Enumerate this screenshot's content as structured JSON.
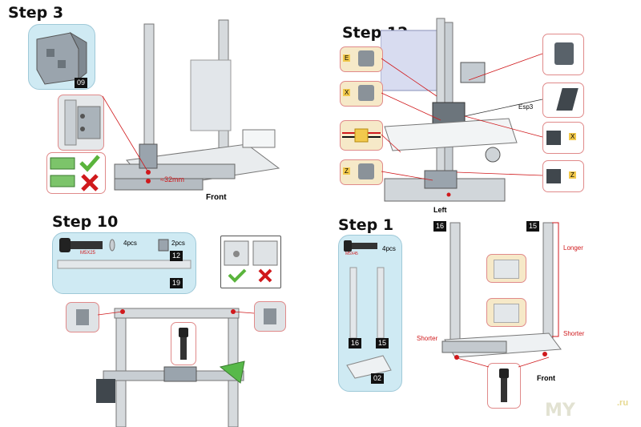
{
  "step3": {
    "title": "Step 3",
    "part_badge": "09",
    "measure": "≈32mm",
    "front": "Front"
  },
  "step12": {
    "title": "Step 12",
    "callouts": [
      "E",
      "X",
      "Z",
      "X",
      "Z"
    ],
    "esp3": "Esp3",
    "left": "Left"
  },
  "step10": {
    "title": "Step 10",
    "screw_label": "M5X25",
    "qty_screws": "4pcs",
    "qty_blocks": "2pcs",
    "part_badge_blocks": "12",
    "part_badge_rail": "19"
  },
  "step1": {
    "title": "Step 1",
    "screw_label": "M5X45",
    "qty": "4pcs",
    "badge_16": "16",
    "badge_15": "15",
    "badge_02": "02",
    "frame_badge_16": "16",
    "frame_badge_15": "15",
    "longer": "Longer",
    "shorter_left": "Shorter",
    "shorter_right": "Shorter",
    "front": "Front"
  },
  "watermark": {
    "text": "MY",
    "suffix": ".ru"
  },
  "colors": {
    "accent_red": "#d0191c",
    "panel_blue": "#cfeaf3",
    "ok_green": "#5ab43c",
    "frame_gray": "#b9c0c6"
  }
}
